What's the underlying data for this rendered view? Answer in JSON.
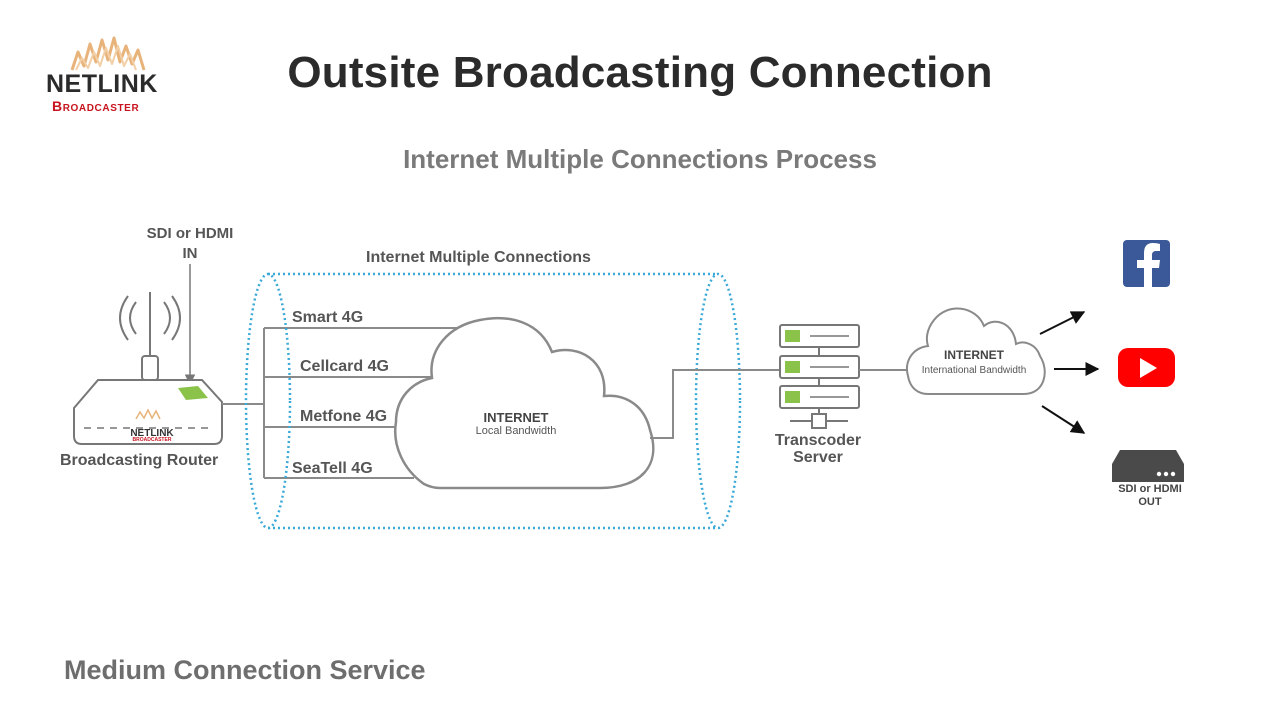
{
  "slide": {
    "title": "Outsite Broadcasting Connection",
    "subtitle": "Internet Multiple Connections Process",
    "footer": "Medium Connection Service"
  },
  "logo": {
    "name": "NETLINK",
    "tagline": "Broadcaster",
    "brand_color": "#c8141e",
    "logo_color": "#e8b37a"
  },
  "diagram": {
    "input_label": [
      "SDI or  HDMI",
      "IN"
    ],
    "router": {
      "label": "Broadcasting Router",
      "badge": "NETLINK",
      "badge_sub": "BROADCASTER"
    },
    "tunnel_label": "Internet Multiple Connections",
    "connections": [
      "Smart 4G",
      "Cellcard 4G",
      "Metfone 4G",
      "SeaTell 4G"
    ],
    "local_cloud": {
      "title": "INTERNET",
      "subtitle": "Local Bandwidth"
    },
    "server": {
      "label": [
        "Transcoder",
        "Server"
      ]
    },
    "intl_cloud": {
      "title": "INTERNET",
      "subtitle": "International Bandwidth"
    },
    "outputs": [
      {
        "name": "Facebook",
        "icon": "facebook-icon",
        "color": "#3b5998"
      },
      {
        "name": "YouTube",
        "icon": "youtube-icon",
        "color": "#ff0000"
      },
      {
        "name": "SDI or HDMI OUT",
        "icon": "decoder-box-icon",
        "color": "#4a4a4a"
      }
    ],
    "output_label": [
      "SDI or HDMI",
      "OUT"
    ],
    "colors": {
      "line": "#8a8a8a",
      "tunnel": "#3aa9d8",
      "accent_green": "#8bc34a"
    }
  }
}
